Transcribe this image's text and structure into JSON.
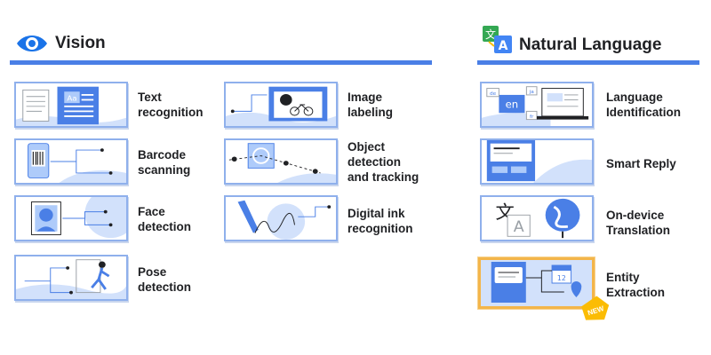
{
  "vision": {
    "title": "Vision",
    "items": [
      {
        "label": [
          "Text",
          "recognition"
        ]
      },
      {
        "label": [
          "Barcode",
          "scanning"
        ]
      },
      {
        "label": [
          "Face",
          "detection"
        ]
      },
      {
        "label": [
          "Pose",
          "detection"
        ]
      },
      {
        "label": [
          "Image",
          "labeling"
        ]
      },
      {
        "label": [
          "Object",
          "detection",
          "and tracking"
        ]
      },
      {
        "label": [
          "Digital ink",
          "recognition"
        ]
      }
    ]
  },
  "natural_language": {
    "title": "Natural Language",
    "items": [
      {
        "label": [
          "Language",
          "Identification"
        ]
      },
      {
        "label": [
          "Smart Reply"
        ]
      },
      {
        "label": [
          "On-device",
          "Translation"
        ]
      },
      {
        "label": [
          "Entity",
          "Extraction"
        ]
      }
    ],
    "new_badge": "NEW",
    "translate_glyph": "文",
    "translate_letter": "A"
  },
  "illustration_text": {
    "text_recognition_glyph": "Aa",
    "language_code": "en",
    "language_tag_de": "de",
    "language_tag_fr": "fr",
    "language_tag_ja": "ja",
    "calendar_day": "12"
  },
  "colors": {
    "accent_blue": "#4a7fe6",
    "card_border": "#8fb0ec",
    "light_blue": "#d2e1fb",
    "mid_blue": "#aecbfa",
    "highlight_orange": "#f3b54a",
    "badge_yellow": "#fbbc04"
  }
}
